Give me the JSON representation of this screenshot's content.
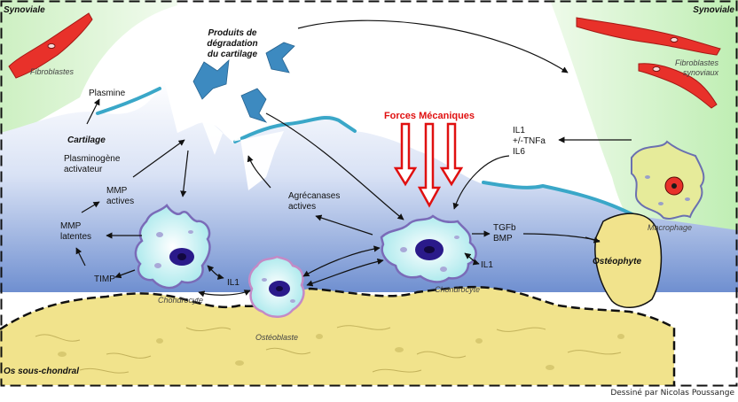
{
  "labels": {
    "synoviale_left": "Synoviale",
    "synoviale_right": "Synoviale",
    "fibroblastes": "Fibroblastes",
    "fibroblastes_synoviaux_1": "Fibroblastes",
    "fibroblastes_synoviaux_2": "synoviaux",
    "produits_1": "Produits de",
    "produits_2": "dégradation",
    "produits_3": "du cartilage",
    "plasmine": "Plasmine",
    "cartilage": "Cartilage",
    "plasminogene_1": "Plasminogène",
    "plasminogene_2": "activateur",
    "mmp_actives_1": "MMP",
    "mmp_actives_2": "actives",
    "mmp_latentes_1": "MMP",
    "mmp_latentes_2": "latentes",
    "timp": "TIMP",
    "il1_left": "IL1",
    "chondrocyte_left": "Chondrocyte",
    "osteoblaste": "Ostéoblaste",
    "agrecanases_1": "Agrécanases",
    "agrecanases_2": "actives",
    "forces": "Forces Mécaniques",
    "il1_top": "IL1",
    "tnfa": "+/-TNFa",
    "il6": "IL6",
    "tgfb": "TGFb",
    "bmp": "BMP",
    "il1_right": "IL1",
    "chondrocyte_right": "Chondrocyte",
    "macrophage": "Macrophage",
    "osteophyte": "Ostéophyte",
    "os_sous_chondral": "Os sous-chondral",
    "credit": "Dessiné par Nicolas Poussange"
  },
  "colors": {
    "synovium": "#d8f5cf",
    "cartilage_top": "#ffffff",
    "cartilage_bottom": "#6f8fd0",
    "cartilage_surface": "#3aa7c8",
    "bone": "#f1e38c",
    "cell_fill": "#b9f1f2",
    "cell_border": "#7a6bb8",
    "nucleus": "#2a1a8a",
    "fragment": "#3d8ac0",
    "fibroblast": "#e8312a",
    "macrophage_fill": "#e6eb9a",
    "force_arrow": "#e01010"
  }
}
